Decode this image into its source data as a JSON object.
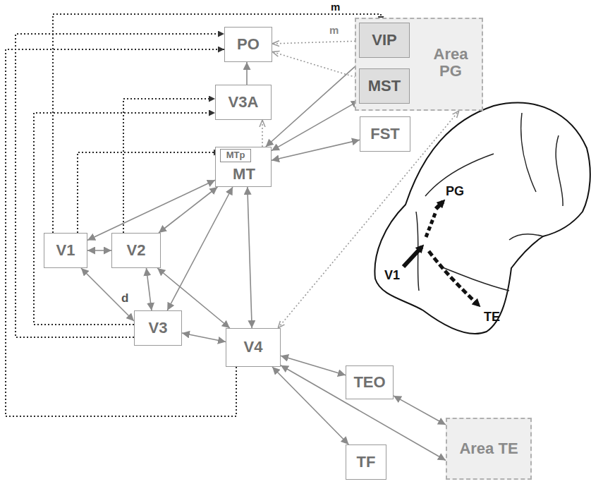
{
  "diagram": {
    "nodes": [
      {
        "text": [
          "PO"
        ]
      },
      {
        "text": [
          "Area PG"
        ]
      },
      {
        "text": [
          "VIP"
        ],
        "in": 1
      },
      {
        "text": [
          "MST"
        ],
        "in": 1
      },
      {
        "text": [
          "V3A"
        ]
      },
      {
        "text": [
          "FST"
        ]
      },
      {
        "text": [
          "MT"
        ]
      },
      {
        "text": [
          "MTp"
        ],
        "in": 6
      },
      {
        "text": [
          "V1"
        ]
      },
      {
        "text": [
          "V2"
        ]
      },
      {
        "text": [
          "V3"
        ]
      },
      {
        "text": [
          "V4"
        ]
      },
      {
        "text": [
          "TEO"
        ]
      },
      {
        "text": [
          "Area TE"
        ]
      },
      {
        "text": [
          "TF"
        ]
      }
    ],
    "edges": [
      {
        "from": 8,
        "to": 9,
        "arrow": "both"
      },
      {
        "from": 8,
        "to": 6,
        "arrow": "both"
      },
      {
        "from": 9,
        "to": 6,
        "arrow": "both"
      },
      {
        "from": 8,
        "to": 10,
        "arrow": "both"
      },
      {
        "from": 9,
        "to": 10,
        "arrow": "both"
      },
      {
        "from": 10,
        "to": 6,
        "arrow": "both"
      },
      {
        "from": 9,
        "to": 11,
        "arrow": "both"
      },
      {
        "from": 10,
        "to": 11,
        "arrow": "both"
      },
      {
        "from": 6,
        "to": 11,
        "arrow": "both"
      },
      {
        "from": 6,
        "to": 2,
        "arrow": "both"
      },
      {
        "from": 6,
        "to": 3,
        "arrow": "both"
      },
      {
        "from": 6,
        "to": 5,
        "arrow": "both"
      },
      {
        "from": 11,
        "to": 12,
        "arrow": "both"
      },
      {
        "from": 12,
        "to": 13,
        "arrow": "both"
      },
      {
        "from": 11,
        "to": 13,
        "arrow": "both"
      },
      {
        "from": 11,
        "to": 14,
        "arrow": "both"
      },
      {
        "from": 6,
        "to": 4,
        "arrow": "to"
      },
      {
        "from": 4,
        "to": 0,
        "arrow": "to"
      },
      {
        "from": 11,
        "to": 1,
        "arrow": "both"
      },
      {
        "from": 2,
        "to": 0,
        "arrow": "to",
        "label": "m"
      },
      {
        "from": 3,
        "to": 0,
        "arrow": "to"
      },
      {
        "from": 8,
        "to": 2,
        "arrow": "to",
        "label": "m"
      },
      {
        "from": 10,
        "to": 0,
        "arrow": "to"
      },
      {
        "from": 11,
        "to": 0,
        "arrow": "to"
      },
      {
        "from": 9,
        "to": 4,
        "arrow": "to"
      },
      {
        "from": 10,
        "to": 4,
        "arrow": "to"
      },
      {
        "from": 8,
        "to": 7,
        "arrow": "to"
      }
    ],
    "labels": [
      "d",
      "V1",
      "PG",
      "TE"
    ]
  }
}
